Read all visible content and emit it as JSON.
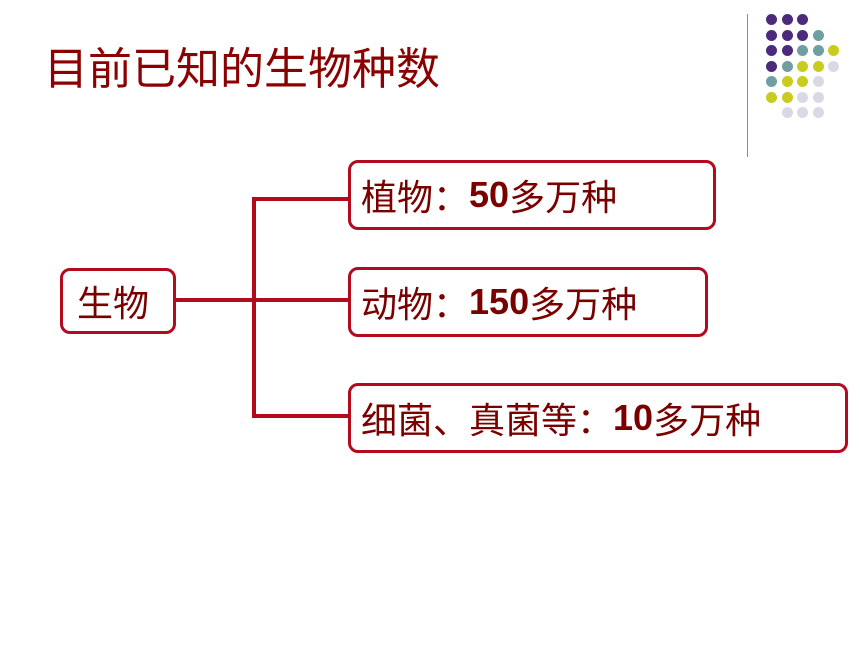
{
  "slide": {
    "title": "目前已知的生物种数"
  },
  "diagram": {
    "root": "生物",
    "branches": [
      {
        "name": "植物",
        "sep": "：",
        "count": "50",
        "unit": "多万种"
      },
      {
        "name": "动物",
        "sep": "：",
        "count": "150",
        "unit": "多万种"
      },
      {
        "name": "细菌、真菌等",
        "sep": "：",
        "count": "10",
        "unit": "多万种"
      }
    ]
  },
  "colors": {
    "title": "#8b0000",
    "box_border": "#b40a1e",
    "dot_purple": "#4b2a7b",
    "dot_teal": "#6f9fa0",
    "dot_yellow": "#c9cc1f",
    "dot_light": "#d9d9e6"
  }
}
